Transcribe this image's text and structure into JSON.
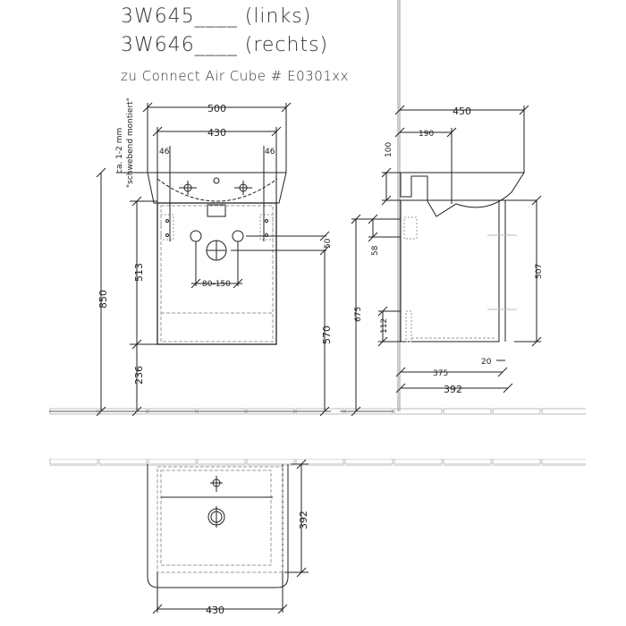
{
  "header": {
    "line1": "3W645____ (links)",
    "line2": "3W646____ (rechts)",
    "line3": "zu Connect Air Cube # E0301xx"
  },
  "front_view": {
    "note_line1": "ca. 1-2 mm",
    "note_line2": "\"schwebend montiert\"",
    "dim_width_basin": "500",
    "dim_width_cabinet": "430",
    "dim_left_offset": "46",
    "dim_right_offset": "46",
    "dim_total_height": "850",
    "dim_cabinet_height": "513",
    "dim_floor_to_cabinet": "236",
    "dim_drain_height": "570",
    "dim_hole_spacing": "80-150",
    "dim_hole_offset": "50"
  },
  "side_view": {
    "dim_depth_basin": "450",
    "dim_drain_depth": "190",
    "dim_basin_height": "100",
    "dim_bracket": "58",
    "dim_height_675": "675",
    "dim_bottom_112": "112",
    "dim_cabinet_height": "507",
    "dim_front_panel": "20",
    "dim_depth_375": "375",
    "dim_depth_392": "392"
  },
  "top_view": {
    "dim_depth": "392",
    "dim_width": "430"
  }
}
